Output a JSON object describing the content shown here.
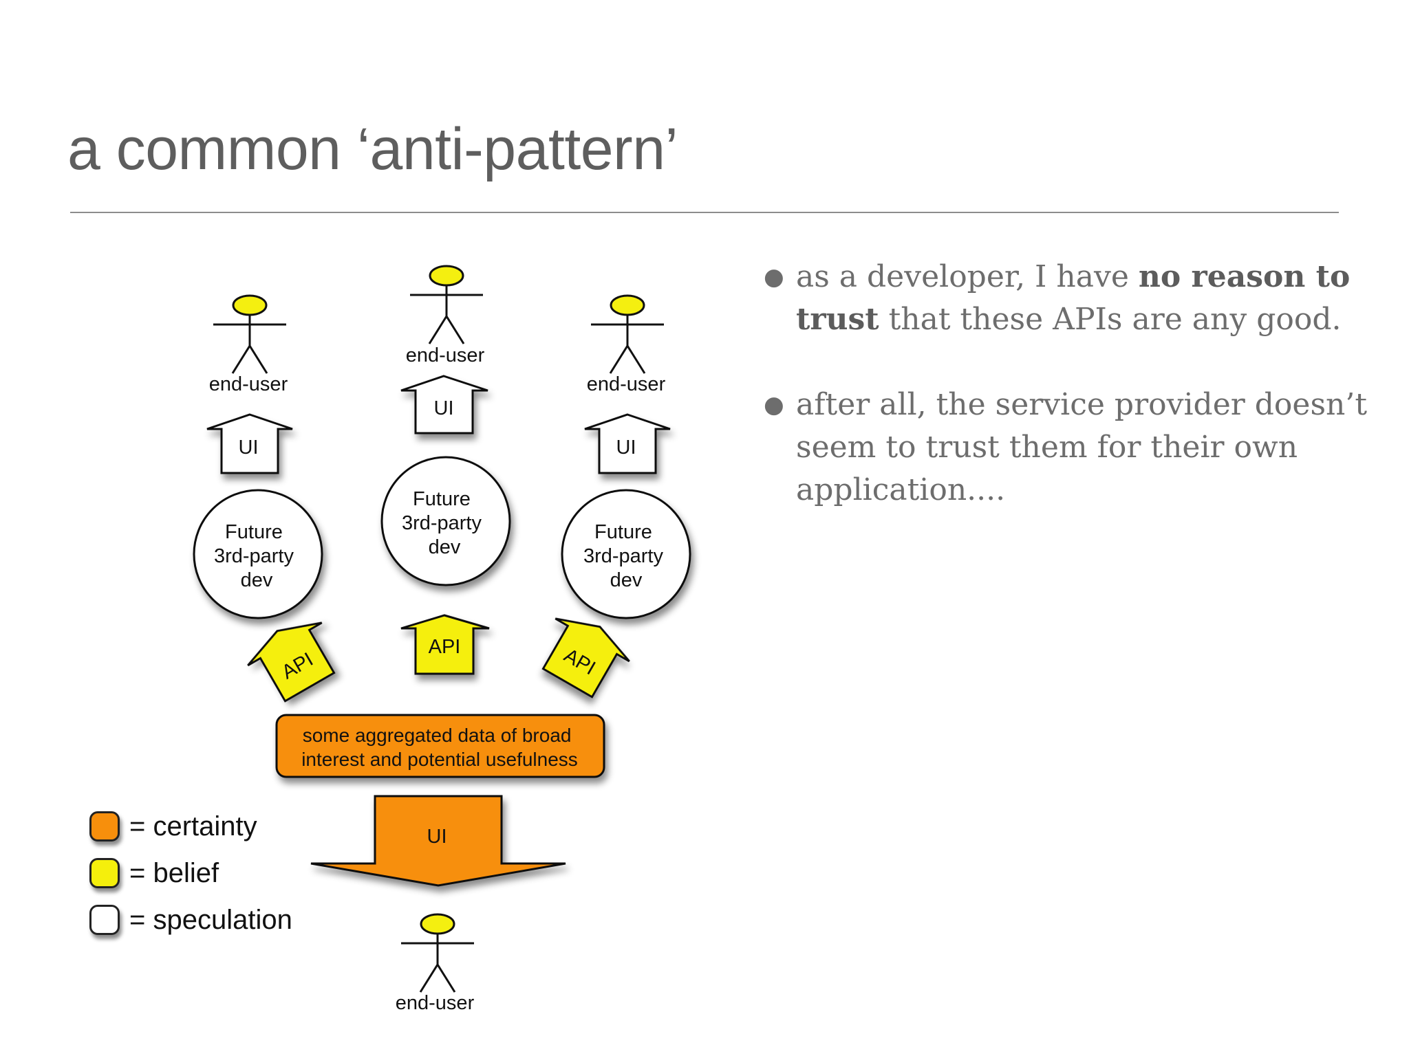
{
  "slide": {
    "title": "a common ‘anti-pattern’"
  },
  "bullets": [
    {
      "before": "as a developer, I have ",
      "bold": "no reason to trust",
      "after": " that these APIs are any good."
    },
    {
      "text": "after all, the service provider doesn’t seem to trust them for their own application...."
    }
  ],
  "diagram": {
    "data_box": {
      "line1": "some aggregated data of broad",
      "line2": "interest and potential usefulness"
    },
    "main_arrow_label": "UI",
    "dev_nodes": [
      {
        "line1": "Future",
        "line2": "3rd-party",
        "line3": "dev"
      },
      {
        "line1": "Future",
        "line2": "3rd-party",
        "line3": "dev"
      },
      {
        "line1": "Future",
        "line2": "3rd-party",
        "line3": "dev"
      }
    ],
    "api_arrows": [
      "API",
      "API",
      "API"
    ],
    "ui_arrows": [
      "UI",
      "UI",
      "UI"
    ],
    "actors": [
      "end-user",
      "end-user",
      "end-user",
      "end-user"
    ]
  },
  "legend": [
    {
      "label": "= certainty",
      "color": "#f78f0c"
    },
    {
      "label": "= belief",
      "color": "#f5ef0c"
    },
    {
      "label": "= speculation",
      "color": "#ffffff"
    }
  ],
  "colors": {
    "certainty": "#f78f0c",
    "belief": "#f5ef0c",
    "speculation": "#ffffff",
    "actor_head": "#f4ef10"
  }
}
